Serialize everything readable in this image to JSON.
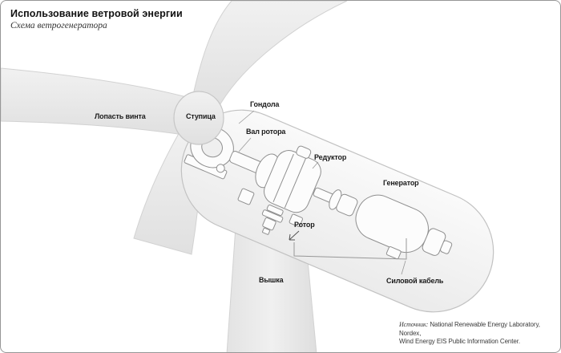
{
  "page": {
    "title": "Использование ветровой энергии",
    "subtitle": "Схема ветрогенератора"
  },
  "labels": {
    "blade": "Лопасть винта",
    "hub": "Ступица",
    "nacelle": "Гондола",
    "rotor_shaft": "Вал ротора",
    "gearbox": "Редуктор",
    "generator": "Генератор",
    "rotor": "Ротор",
    "tower": "Вышка",
    "power_cable": "Силовой кабель"
  },
  "source": {
    "prefix": "Источник:",
    "line1": "National Renewable Energy Laboratory, Nordex,",
    "line2": "Wind Energy EIS Public Information Center."
  },
  "colors": {
    "structure_fill": "#e9e9e9",
    "structure_edge": "#cfcfcf",
    "nacelle_fill": "#f6f6f6",
    "machine_stroke": "#8f8f8f",
    "text": "#1b1b1b"
  }
}
